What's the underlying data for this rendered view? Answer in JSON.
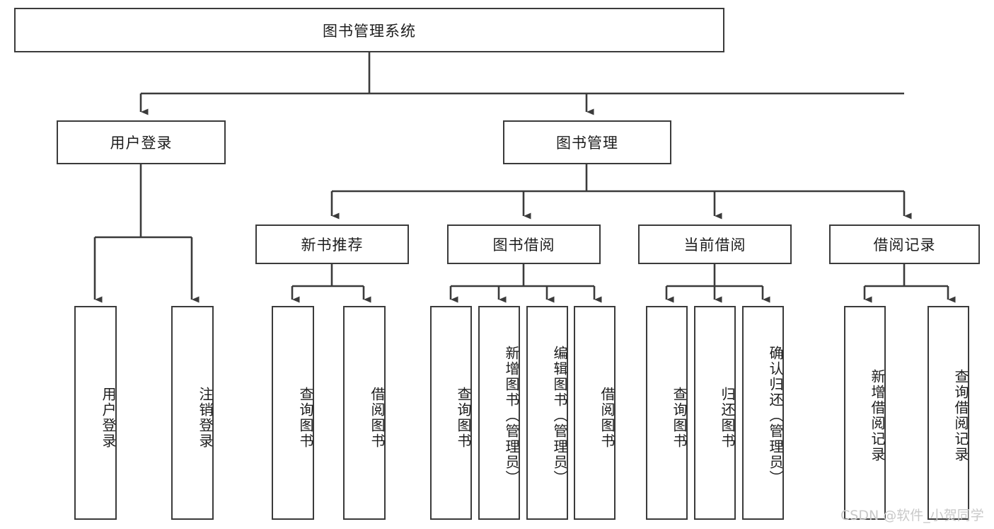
{
  "diagram": {
    "type": "tree-hierarchy",
    "title": "图书管理系统",
    "orientation": "top-down",
    "colors": {
      "box_border": "#3b3b3b",
      "box_fill": "#ffffff",
      "connector": "#3b3b3b",
      "text": "#1d1d1d",
      "watermark": "#c9c9c9",
      "background": "#ffffff"
    },
    "root": {
      "label": "图书管理系统"
    },
    "level2": [
      {
        "label": "用户登录"
      },
      {
        "label": "图书管理"
      }
    ],
    "level3": [
      {
        "label": "新书推荐"
      },
      {
        "label": "图书借阅"
      },
      {
        "label": "当前借阅"
      },
      {
        "label": "借阅记录"
      }
    ],
    "leaves": {
      "user_login": [
        {
          "label": "用户登录"
        },
        {
          "label": "注销登录"
        }
      ],
      "new_book_recommend": [
        {
          "label": "查询图书"
        },
        {
          "label": "借阅图书"
        }
      ],
      "book_borrow": [
        {
          "label": "查询图书"
        },
        {
          "label": "新增图书（管理员）"
        },
        {
          "label": "编辑图书（管理员）"
        },
        {
          "label": "借阅图书"
        }
      ],
      "current_borrow": [
        {
          "label": "查询图书"
        },
        {
          "label": "归还图书"
        },
        {
          "label": "确认归还（管理员）"
        }
      ],
      "borrow_record": [
        {
          "label": "新增借阅记录"
        },
        {
          "label": "查询借阅记录"
        }
      ]
    }
  },
  "watermark": {
    "text": "CSDN @软件_小贺同学"
  }
}
